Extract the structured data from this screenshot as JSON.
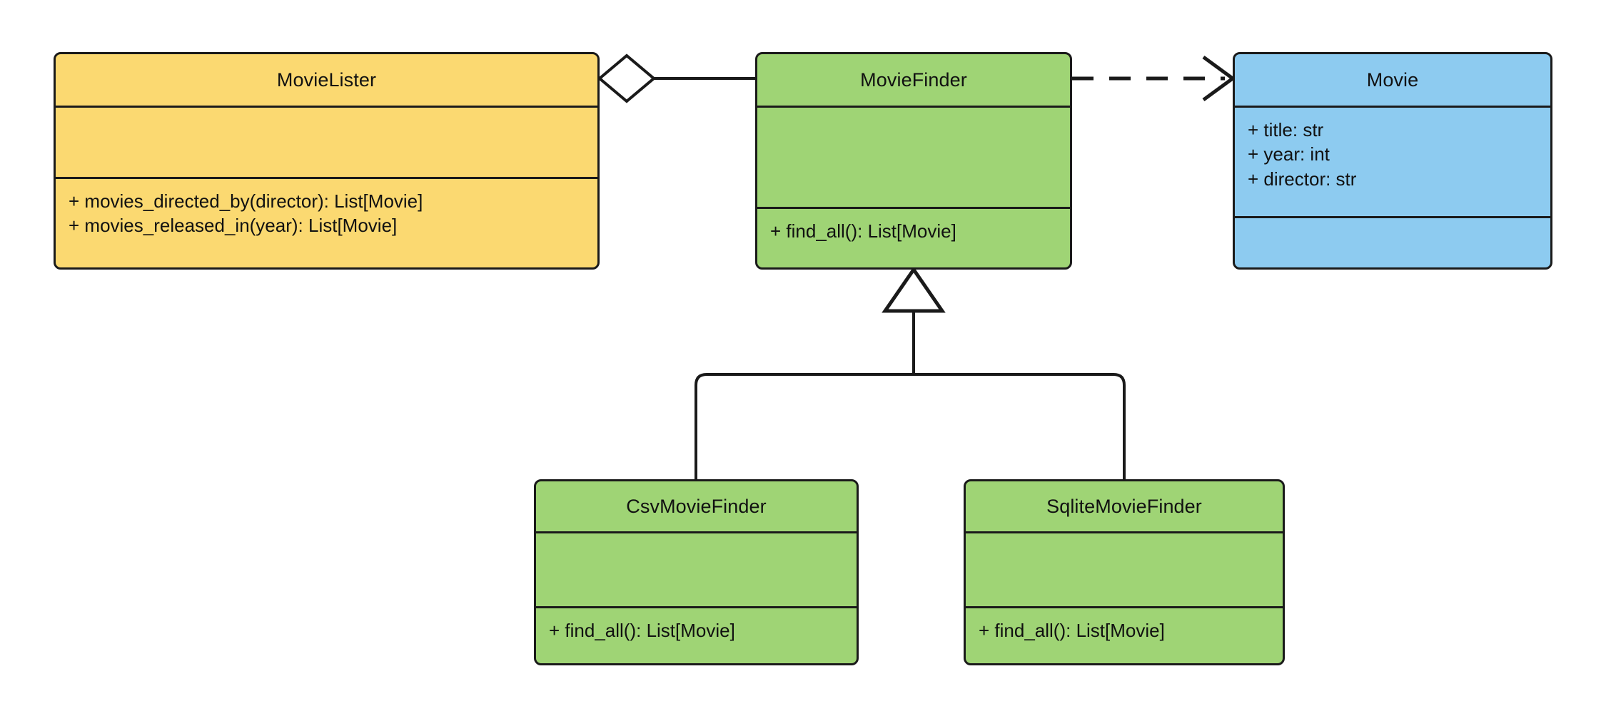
{
  "diagram": {
    "type": "uml-class-diagram",
    "title": "MovieLister dependency injection class diagram",
    "background": "#ffffff",
    "line_color": "#1a1a1a"
  },
  "palette": {
    "yellow": "#FBD971",
    "green": "#9FD475",
    "blue": "#8DCBF0",
    "stroke": "#1a1a1a",
    "text": "#111111",
    "hollow": "#ffffff"
  },
  "classes": [
    {
      "id": "movie-lister",
      "name": "MovieLister",
      "color": "#FBD971",
      "attributes": [],
      "methods": [
        "+ movies_directed_by(director): List[Movie]",
        "+ movies_released_in(year): List[Movie]"
      ]
    },
    {
      "id": "movie-finder",
      "name": "MovieFinder",
      "color": "#9FD475",
      "attributes": [],
      "methods": [
        "+ find_all(): List[Movie]"
      ]
    },
    {
      "id": "movie",
      "name": "Movie",
      "color": "#8DCBF0",
      "attributes": [
        "+ title: str",
        "+ year: int",
        "+ director: str"
      ],
      "methods": []
    },
    {
      "id": "csv-movie-finder",
      "name": "CsvMovieFinder",
      "color": "#9FD475",
      "attributes": [],
      "methods": [
        "+ find_all(): List[Movie]"
      ]
    },
    {
      "id": "sqlite-movie-finder",
      "name": "SqliteMovieFinder",
      "color": "#9FD475",
      "attributes": [],
      "methods": [
        "+ find_all(): List[Movie]"
      ]
    }
  ],
  "relationships": [
    {
      "id": "aggregation-lister-finder",
      "kind": "aggregation",
      "from": "MovieLister",
      "to": "MovieFinder",
      "marker": "hollow-diamond",
      "line_style": "solid",
      "label": ""
    },
    {
      "id": "dependency-finder-movie",
      "kind": "dependency",
      "from": "MovieFinder",
      "to": "Movie",
      "marker": "open-arrow",
      "line_style": "dashed",
      "label": ""
    },
    {
      "id": "generalization-csv-finder",
      "kind": "generalization",
      "from": "CsvMovieFinder",
      "to": "MovieFinder",
      "marker": "hollow-triangle",
      "line_style": "solid",
      "label": ""
    },
    {
      "id": "generalization-sqlite-finder",
      "kind": "generalization",
      "from": "SqliteMovieFinder",
      "to": "MovieFinder",
      "marker": "hollow-triangle",
      "line_style": "solid",
      "label": ""
    }
  ]
}
